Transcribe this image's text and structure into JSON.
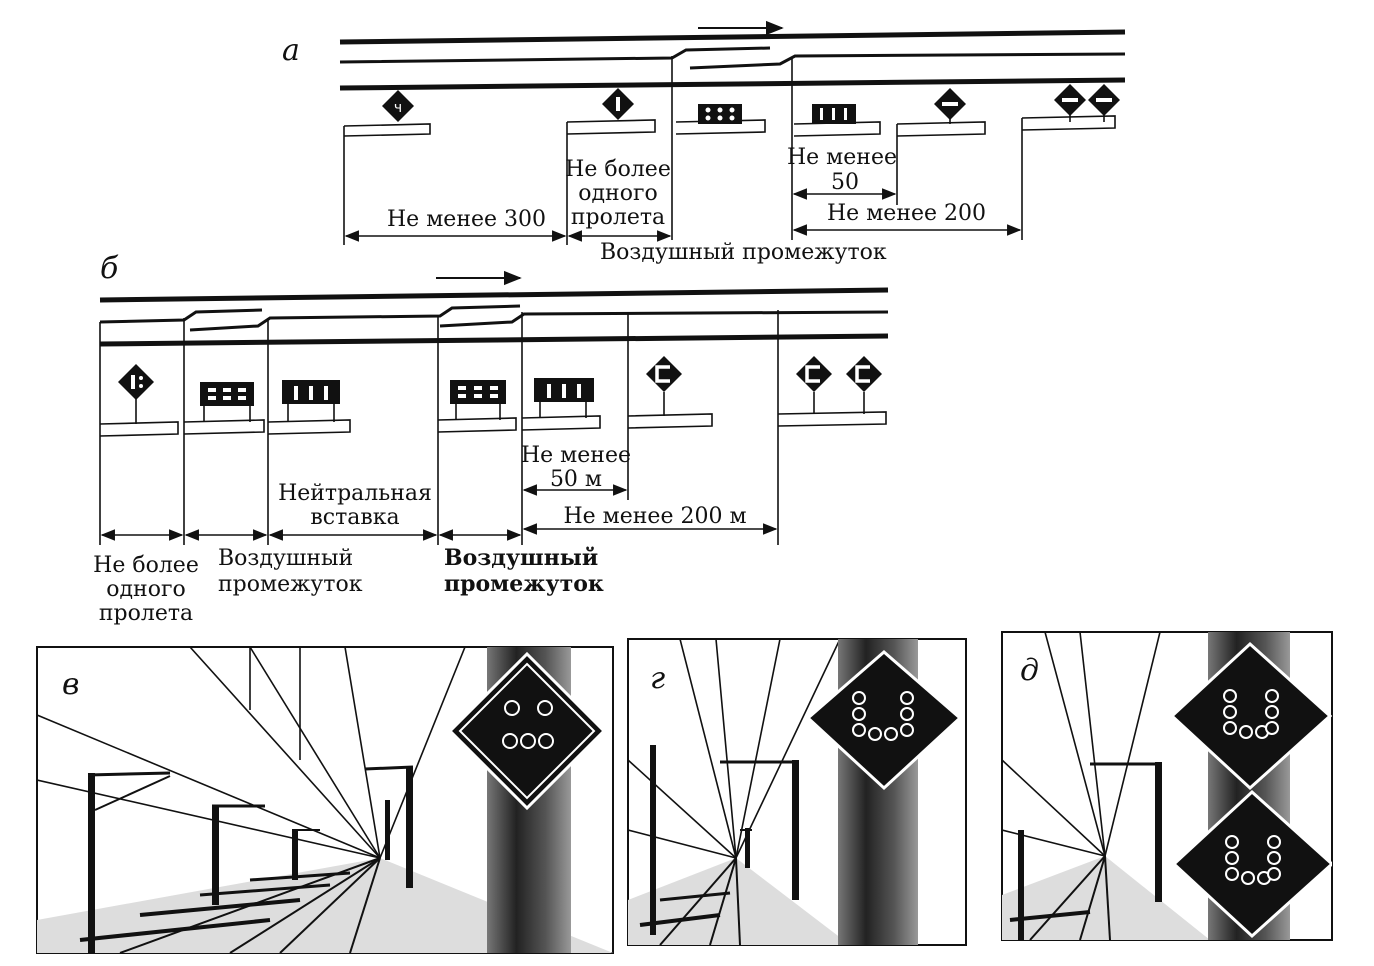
{
  "panels": {
    "a": {
      "letter": "а",
      "labels": {
        "not_more_one_span": [
          "Не более",
          "одного",
          "пролета"
        ],
        "not_less_300": "Не менее 300",
        "not_less_50": [
          "Не менее",
          "50"
        ],
        "not_less_200": "Не менее 200",
        "air_gap": "Воздушный промежуток"
      }
    },
    "b": {
      "letter": "б",
      "labels": {
        "not_less_50m": [
          "Не менее",
          "50 м"
        ],
        "neutral_insert": [
          "Нейтральная",
          "вставка"
        ],
        "not_less_200m": "Не менее 200 м",
        "not_more_one_span": [
          "Не более",
          "одного",
          "пролета"
        ],
        "air_gap_1": [
          "Воздушный",
          "промежуток"
        ],
        "air_gap_2": [
          "Воздушный",
          "промежуток"
        ]
      }
    },
    "v": {
      "letter": "в"
    },
    "g": {
      "letter": "г"
    },
    "d": {
      "letter": "д"
    }
  },
  "colors": {
    "ink": "#111111",
    "paper": "#ffffff",
    "mast": "#555555"
  }
}
